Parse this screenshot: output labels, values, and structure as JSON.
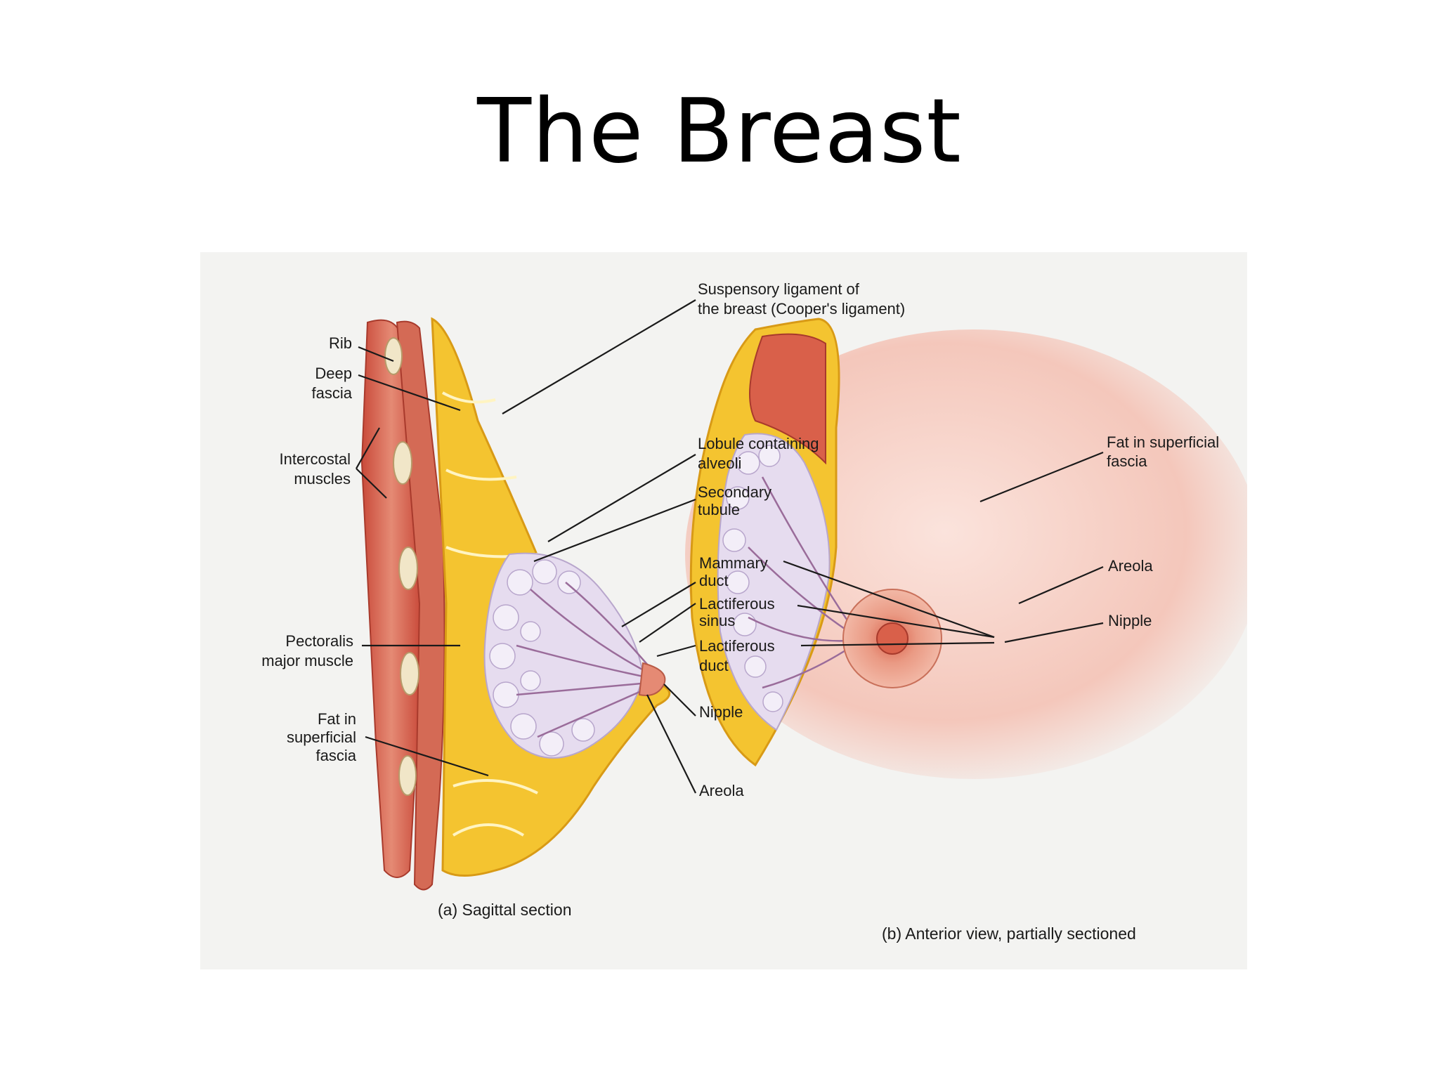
{
  "slide": {
    "title": "The Breast"
  },
  "labels": {
    "suspensory_1": "Suspensory ligament of",
    "suspensory_2": "the breast (Cooper's ligament)",
    "rib": "Rib",
    "deep_1": "Deep",
    "deep_2": "fascia",
    "intercostal_1": "Intercostal",
    "intercostal_2": "muscles",
    "pectoralis_1": "Pectoralis",
    "pectoralis_2": "major muscle",
    "fat_a_1": "Fat in",
    "fat_a_2": "superficial",
    "fat_a_3": "fascia",
    "lobule_1": "Lobule containing",
    "lobule_2": "alveoli",
    "secondary_1": "Secondary",
    "secondary_2": "tubule",
    "mammary_1": "Mammary",
    "mammary_2": "duct",
    "sinus_1": "Lactiferous",
    "sinus_2": "sinus",
    "lduct_1": "Lactiferous",
    "lduct_2": "duct",
    "nipple_a": "Nipple",
    "areola_a": "Areola",
    "fat_b_1": "Fat in superficial",
    "fat_b_2": "fascia",
    "areola_b": "Areola",
    "nipple_b": "Nipple"
  },
  "captions": {
    "a": "(a) Sagittal section",
    "b": "(b) Anterior view, partially sectioned"
  },
  "colors": {
    "fat_yellow": "#f4c430",
    "muscle_red": "#d9604a",
    "lobule_lilac": "#e6dcef",
    "skin_pink": "#f2c4b8",
    "areola": "#e9937a"
  }
}
